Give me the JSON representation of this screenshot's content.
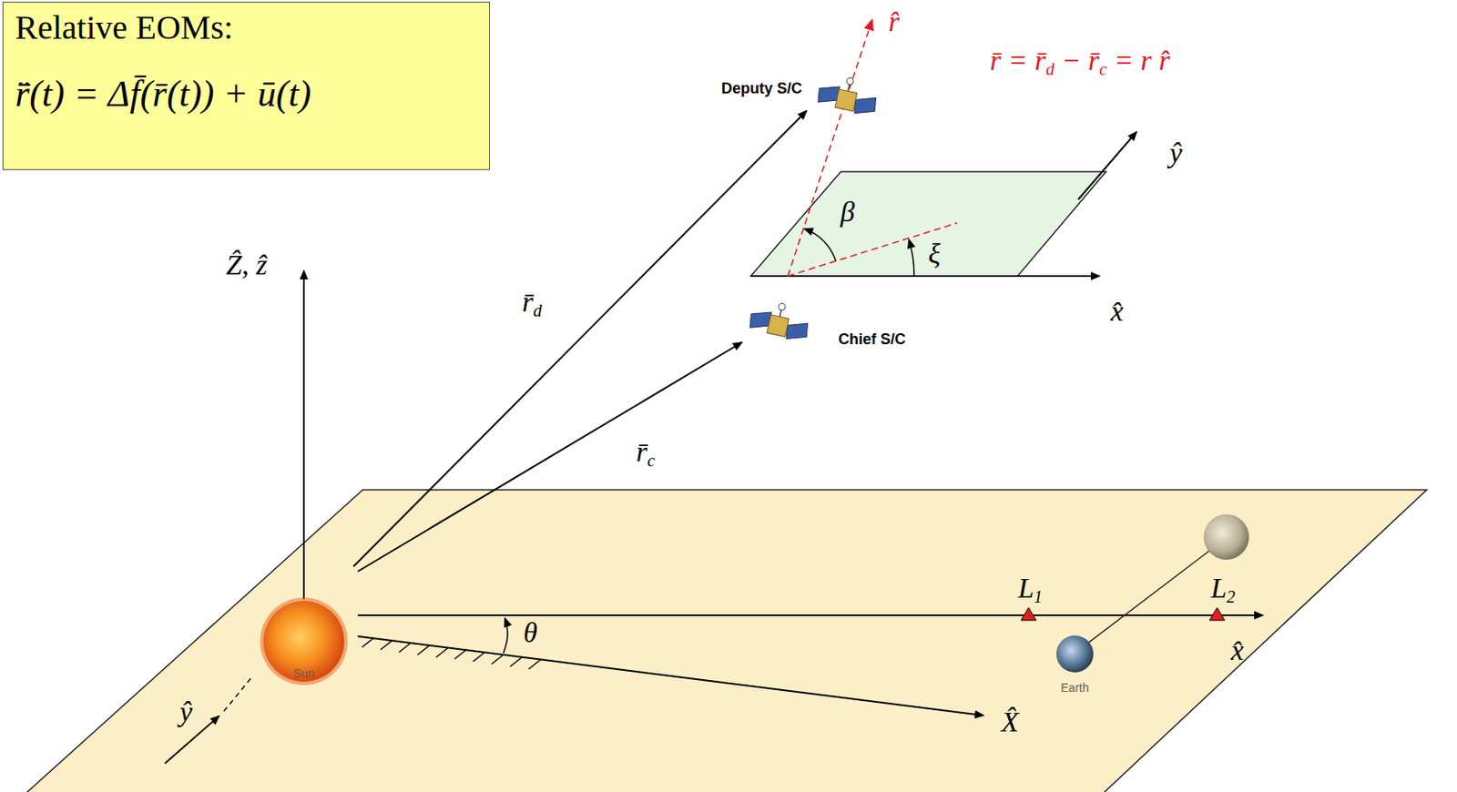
{
  "diagram": {
    "nodes": [
      {
        "text": [
          "Relative EOMs:",
          "r̄̈(t) = Δf̄(r̄(t)) + ū(t)"
        ]
      }
    ],
    "labels": [
      "r̂",
      "r̄ = r̄d − r̄c = r r̂",
      "Deputy S/C",
      "ŷ",
      "β",
      "ξ",
      "x̂",
      "Ẑ, ẑ",
      "r̄d",
      "Chief S/C",
      "r̄c",
      "Sun",
      "L1",
      "L2",
      "θ",
      "x̂",
      "Earth",
      "X̂",
      "ŷ"
    ]
  }
}
